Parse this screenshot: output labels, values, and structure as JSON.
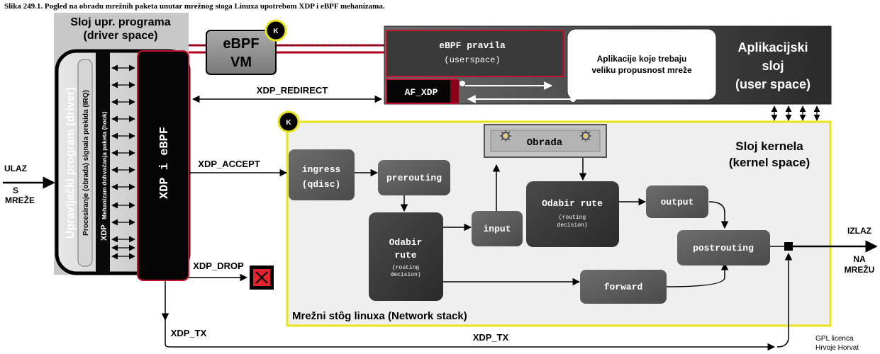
{
  "caption": "Slika 249.1.  Pogled na obradu mrežnih paketa unutar mrežnog stoga Linuxa upotrebom XDP i eBPF mehanizama.",
  "driver_layer": {
    "title_line1": "Sloj upr. programa",
    "title_line2": "(driver space)"
  },
  "driver_program": "Upravljački program (driver)",
  "irq_label": "Procesiranje (obrada)  signala prekida (IRQ)",
  "hook_xdp": "XDP",
  "hook_label": "Mehanizam dohvaćanja paketa (hook)",
  "xdp_ebpf": "XDP i eBPF",
  "ebpf_vm_line1": "eBPF",
  "ebpf_vm_line2": "VM",
  "k_badge": "K",
  "ebpf_rules_line1": "eBPF pravila",
  "ebpf_rules_line2": "(userspace)",
  "af_xdp": "AF_XDP",
  "apps_line1": "Aplikacije koje trebaju",
  "apps_line2": "veliku propusnost mreže",
  "app_layer": {
    "line1": "Aplikacijski",
    "line2": "sloj",
    "line3": "(user space)"
  },
  "kernel_layer": {
    "line1": "Sloj kernela",
    "line2": "(kernel space)"
  },
  "network_stack": "Mrežni stôg linuxa (Network stack)",
  "nodes": {
    "ingress_line1": "ingress",
    "ingress_line2": "(qdisc)",
    "prerouting": "prerouting",
    "routing_left_line1": "Odabir",
    "routing_left_line2": "rute",
    "routing_left_line3": "(routing",
    "routing_left_line4": "decision)",
    "input": "input",
    "obrada": "Obrada",
    "routing_right_line1": "Odabir rute",
    "routing_right_line2": "(routing",
    "routing_right_line3": "decision)",
    "output": "output",
    "postrouting": "postrouting",
    "forward": "forward"
  },
  "actions": {
    "redirect": "XDP_REDIRECT",
    "accept": "XDP_ACCEPT",
    "drop": "XDP_DROP",
    "tx_left": "XDP_TX",
    "tx_bottom": "XDP_TX"
  },
  "ulaz": {
    "line1": "ULAZ",
    "line2": "S",
    "line3": "MREŽE"
  },
  "izlaz": {
    "line1": "IZLAZ",
    "line2": "NA",
    "line3": "MREŽU"
  },
  "credits": {
    "line1": "GPL licenca",
    "line2": "Hrvoje Horvat"
  },
  "colors": {
    "accent_red": "#c8102e",
    "kernel_border": "#e6e61a",
    "node_dark": "#3a3a3a",
    "node_mid": "#5a5a5a",
    "drop_red": "#e0252c"
  }
}
